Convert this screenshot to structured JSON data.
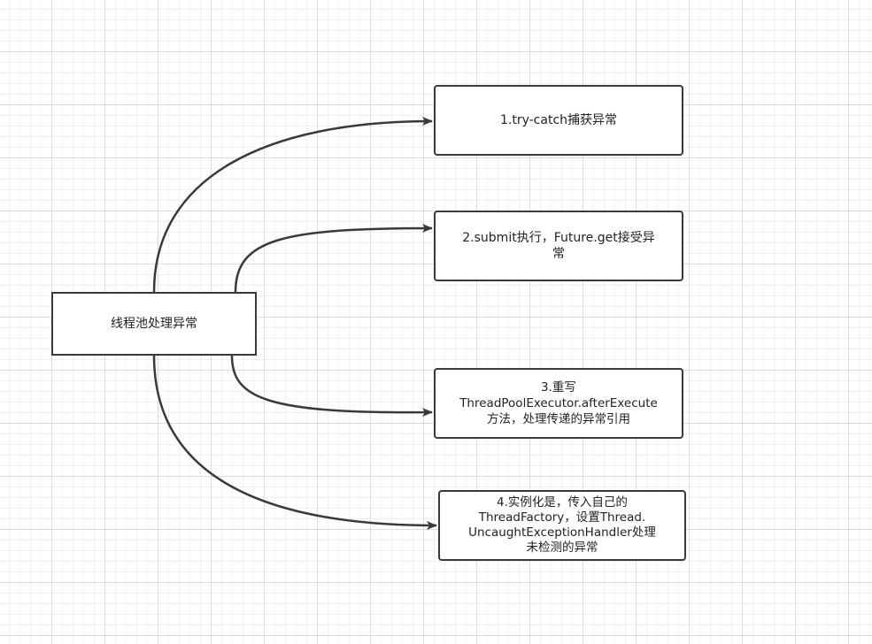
{
  "diagram": {
    "root": {
      "label": "线程池处理异常"
    },
    "items": [
      {
        "label": "1.try-catch捕获异常"
      },
      {
        "label": "2.submit执行，Future.get接受异\n常"
      },
      {
        "label": "3.重写\nThreadPoolExecutor.afterExecute\n方法，处理传递的异常引用"
      },
      {
        "label": "4.实例化是，传入自己的\nThreadFactory，设置Thread.\nUncaughtExceptionHandler处理\n未检测的异常"
      }
    ],
    "colors": {
      "stroke": "#3a3a3a",
      "node_fill": "#ffffff",
      "grid": "#dcdcdc"
    }
  }
}
